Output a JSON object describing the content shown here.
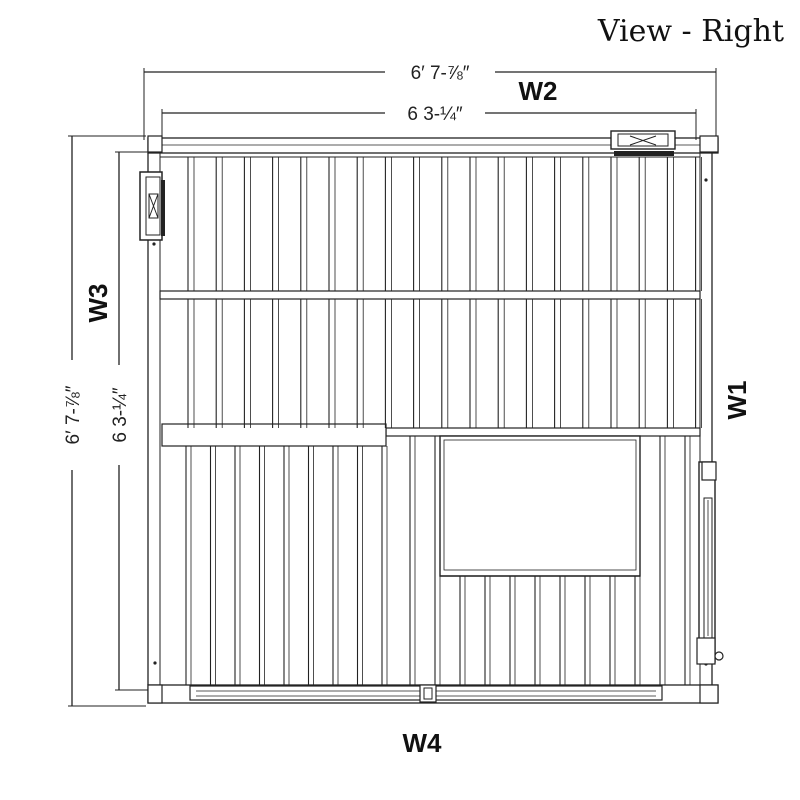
{
  "title": "View - Right",
  "dimensions": {
    "outer_width": "6′ 7-⅞″",
    "inner_width": "6  3-¼″",
    "outer_height": "6′ 7-⅞″",
    "inner_height": "6  3-¼″"
  },
  "walls": {
    "w1": "W1",
    "w2": "W2",
    "w3": "W3",
    "w4": "W4"
  }
}
